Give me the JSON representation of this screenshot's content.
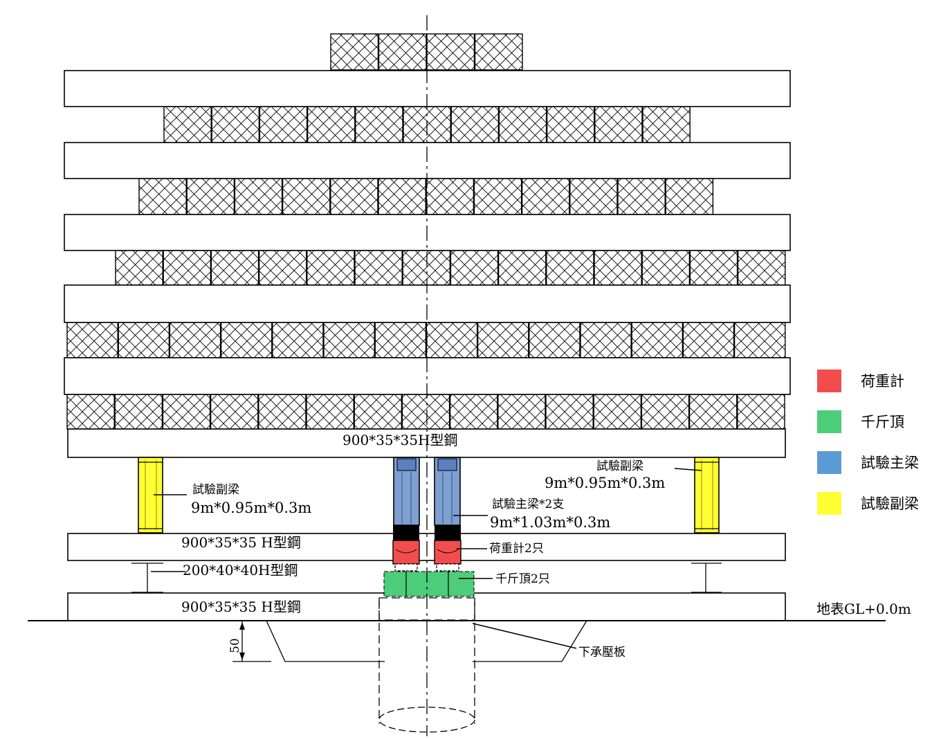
{
  "labels": {
    "h_beam_top": "900*35*35H型鋼",
    "h_beam_mid": "900*35*35 H型鋼",
    "h_beam_bottom": "900*35*35 H型鋼",
    "small_h_beam": "200*40*40H型鋼",
    "aux_beam_left_name": "試驗副梁",
    "aux_beam_left_size": "9m*0.95m*0.3m",
    "aux_beam_right_name": "試驗副梁",
    "aux_beam_right_size": "9m*0.95m*0.3m",
    "main_beam_name": "試驗主梁*2支",
    "main_beam_size": "9m*1.03m*0.3m",
    "load_cell": "荷重計2只",
    "jack": "千斤頂2只",
    "ground": "地表GL+0.0m",
    "bearing_plate": "下承壓板",
    "depth_dim": "50"
  },
  "legend": [
    {
      "label": "荷重計",
      "color": "#f24d4d"
    },
    {
      "label": "千斤頂",
      "color": "#4dcc7a"
    },
    {
      "label": "試驗主梁",
      "color": "#5b9bd5"
    },
    {
      "label": "試驗副梁",
      "color": "#ffff33"
    }
  ],
  "colors": {
    "load_cell": "#f24d4d",
    "jack": "#4dcc7a",
    "main_beam": "#7f9fd0",
    "aux_beam": "#ffff33"
  }
}
